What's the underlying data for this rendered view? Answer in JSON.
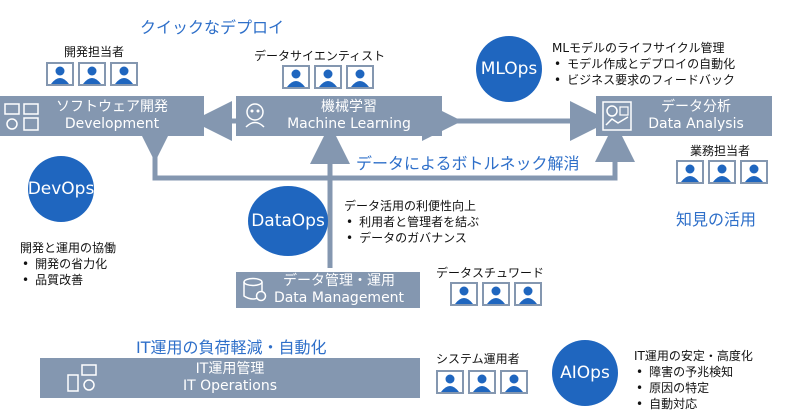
{
  "headings": {
    "quick_deploy": "クイックなデプロイ",
    "bottleneck": "データによるボトルネック解消",
    "knowledge": "知見の活用",
    "it_ops_reduce": "IT運用の負荷軽減・自動化"
  },
  "roles": {
    "developer": "開発担当者",
    "data_scientist": "データサイエンティスト",
    "business": "業務担当者",
    "data_steward": "データスチュワード",
    "system_operator": "システム運用者"
  },
  "boxes": {
    "dev": {
      "jp": "ソフトウェア開発",
      "en": "Development"
    },
    "ml": {
      "jp": "機械学習",
      "en": "Machine Learning"
    },
    "analysis": {
      "jp": "データ分析",
      "en": "Data Analysis"
    },
    "dm": {
      "jp": "データ管理・運用",
      "en": "Data Management"
    },
    "itops": {
      "jp": "IT運用管理",
      "en": "IT Operations"
    }
  },
  "circles": {
    "devops": "DevOps",
    "mlops": "MLOps",
    "dataops": "DataOps",
    "aiops": "AIOps"
  },
  "notes": {
    "mlops": {
      "title": "MLモデルのライフサイクル管理",
      "items": [
        "モデル作成とデプロイの自動化",
        "ビジネス要求のフィードバック"
      ]
    },
    "dataops": {
      "title": "データ活用の利便性向上",
      "items": [
        "利用者と管理者を結ぶ",
        "データのガバナンス"
      ]
    },
    "devops": {
      "title": "開発と運用の協働",
      "items": [
        "開発の省力化",
        "品質改善"
      ]
    },
    "aiops": {
      "title": "IT運用の安定・高度化",
      "items": [
        "障害の予兆検知",
        "原因の特定",
        "自動対応"
      ]
    }
  },
  "colors": {
    "box": "#8497b0",
    "circle": "#1f66bf",
    "heading": "#2e6fc9",
    "arrow": "#8497b0"
  }
}
